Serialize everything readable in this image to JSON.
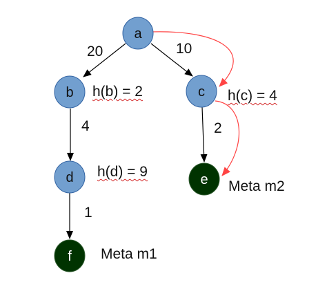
{
  "nodes": [
    {
      "id": "a",
      "label": "a"
    },
    {
      "id": "b",
      "label": "b"
    },
    {
      "id": "c",
      "label": "c"
    },
    {
      "id": "d",
      "label": "d"
    },
    {
      "id": "e",
      "label": "e"
    },
    {
      "id": "f",
      "label": "f"
    }
  ],
  "edges": [
    {
      "from": "a",
      "to": "b",
      "weight": "20"
    },
    {
      "from": "a",
      "to": "c",
      "weight": "10"
    },
    {
      "from": "b",
      "to": "d",
      "weight": "4"
    },
    {
      "from": "c",
      "to": "e",
      "weight": "2"
    },
    {
      "from": "d",
      "to": "f",
      "weight": "1"
    }
  ],
  "highlighted_path": [
    "a",
    "c",
    "e"
  ],
  "heuristics": {
    "b": "h(b) = 2",
    "c": "h(c) = 4",
    "d": "h(d) = 9"
  },
  "goals": {
    "e": "Meta m2",
    "f": "Meta m1"
  },
  "colors": {
    "node_fill": "#729fcf",
    "node_stroke": "#3465a4",
    "goal_fill": "#003300",
    "goal_stroke": "#2e5a2e",
    "edge": "#000000",
    "highlight": "#ff4444"
  }
}
